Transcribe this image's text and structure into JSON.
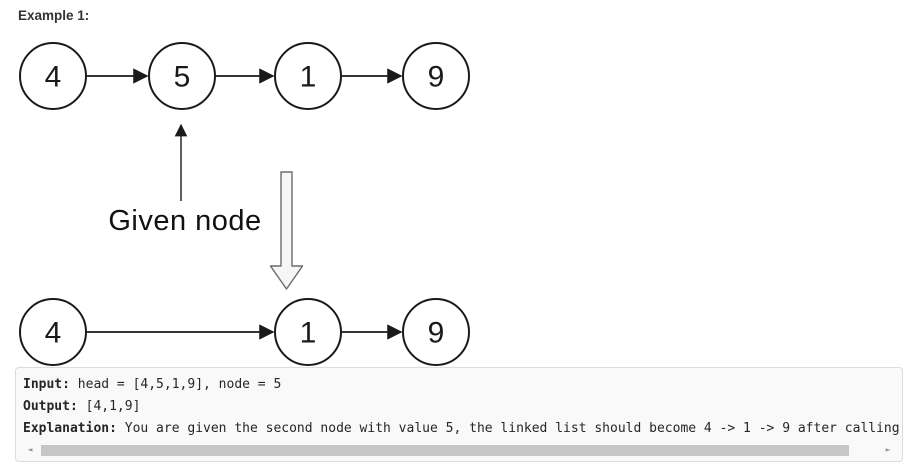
{
  "example": {
    "label": "Example 1:"
  },
  "diagram": {
    "given_node_label": "Given node",
    "highlight_fill": "#dae8fc",
    "highlight_stroke": "#6c8ebf",
    "list_before": {
      "nodes": [
        {
          "value": "4"
        },
        {
          "value": "5"
        },
        {
          "value": "1"
        },
        {
          "value": "9"
        }
      ]
    },
    "list_after": {
      "nodes": [
        {
          "value": "4"
        },
        {
          "value": "1"
        },
        {
          "value": "9"
        }
      ]
    }
  },
  "code_block": {
    "lines": [
      {
        "label": "Input:",
        "text": " head = [4,5,1,9], node = 5"
      },
      {
        "label": "Output:",
        "text": " [4,1,9]"
      },
      {
        "label": "Explanation:",
        "text": " You are given the second node with value 5, the linked list should become 4 -> 1 -> 9 after calling"
      }
    ]
  },
  "scrollbar": {
    "left_icon": "◄",
    "right_icon": "►"
  }
}
